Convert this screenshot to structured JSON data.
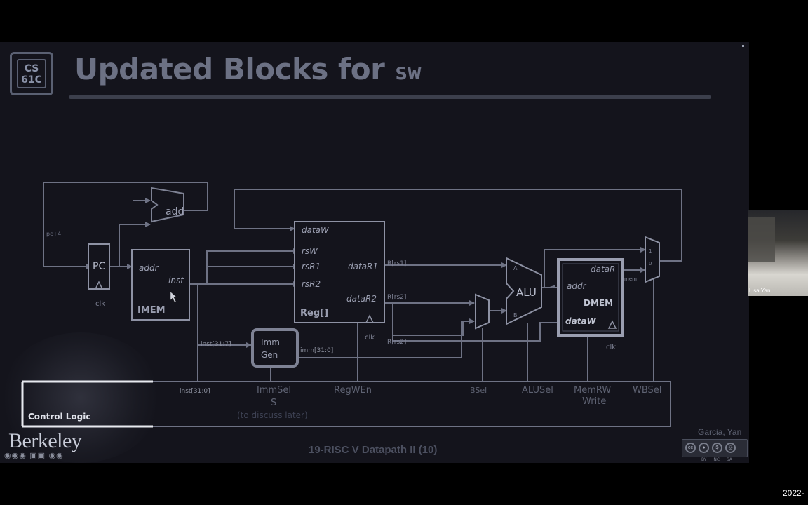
{
  "slide": {
    "logo_text": "CS\n61C",
    "title_prefix": "Updated Blocks for ",
    "title_code": "sw",
    "footer_center": "19-RISC V Datapath II (10)",
    "authors": "Garcia, Yan",
    "university": "Berkeley",
    "cc_labels": "BY NC SA"
  },
  "diagram": {
    "pc": "PC",
    "add": "add",
    "pc_plus_4": "pc+4",
    "clk": "clk",
    "imem": {
      "addr": "addr",
      "inst": "inst",
      "name": "IMEM"
    },
    "reg": {
      "dataW": "dataW",
      "rsW": "rsW",
      "rsR1": "rsR1",
      "rsR2": "rsR2",
      "dataR1": "dataR1",
      "dataR2": "dataR2",
      "name": "Reg[]"
    },
    "imm_gen": {
      "line1": "Imm",
      "line2": "Gen"
    },
    "alu": {
      "name": "ALU",
      "a": "A",
      "b": "B"
    },
    "dmem": {
      "addr": "addr",
      "dataW": "dataW",
      "dataR": "dataR",
      "name": "DMEM"
    },
    "signals": {
      "r_rs1": "R[rs1]",
      "r_rs2": "R[rs2]",
      "r_rs2_low": "R[rs2]",
      "inst_31_7": "inst[31:7]",
      "imm_31_0": "imm[31:0]",
      "inst_31_0": "inst[31:0]",
      "mem": "mem"
    },
    "mux_inputs": {
      "wb_1": "1",
      "wb_0": "0"
    },
    "control": {
      "label": "Control Logic",
      "immsel": "ImmSel",
      "immsel_value": "S",
      "immsel_note": "(to discuss later)",
      "regwen": "RegWEn",
      "bsel": "BSel",
      "alusel": "ALUSel",
      "memrw": "MemRW",
      "memrw_value": "Write",
      "wbsel": "WBSel"
    }
  },
  "webcam": {
    "name": "Lisa Yan"
  },
  "corner_text": "2022-"
}
